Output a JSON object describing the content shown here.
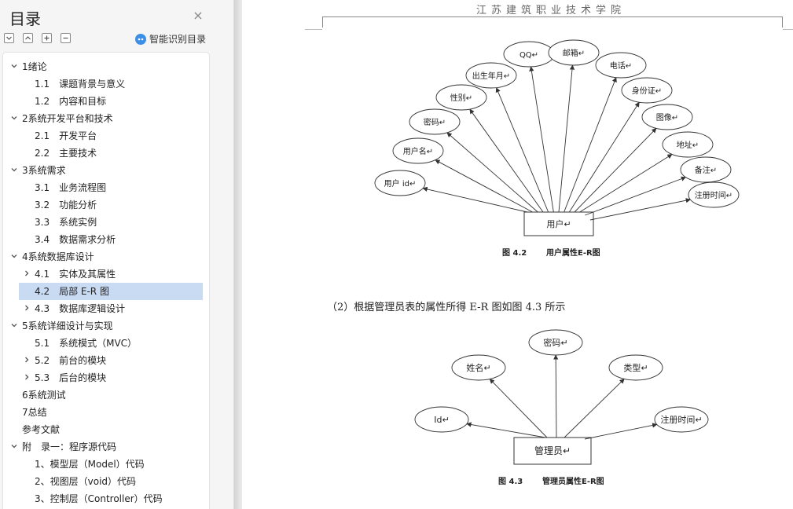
{
  "toc": {
    "title": "目录",
    "close_glyph": "×",
    "smart_label": "智能识别目录",
    "items": [
      {
        "label": "1绪论",
        "level": 0,
        "chevron": "down"
      },
      {
        "label": "1.1　课题背景与意义",
        "level": 1,
        "chevron": "none"
      },
      {
        "label": "1.2　内容和目标",
        "level": 1,
        "chevron": "none"
      },
      {
        "label": "2系统开发平台和技术",
        "level": 0,
        "chevron": "down"
      },
      {
        "label": "2.1　开发平台",
        "level": 1,
        "chevron": "none"
      },
      {
        "label": "2.2　主要技术",
        "level": 1,
        "chevron": "none"
      },
      {
        "label": "3系统需求",
        "level": 0,
        "chevron": "down"
      },
      {
        "label": "3.1　业务流程图",
        "level": 1,
        "chevron": "none"
      },
      {
        "label": "3.2　功能分析",
        "level": 1,
        "chevron": "none"
      },
      {
        "label": "3.3　系统实例",
        "level": 1,
        "chevron": "none"
      },
      {
        "label": "3.4　数据需求分析",
        "level": 1,
        "chevron": "none"
      },
      {
        "label": "4系统数据库设计",
        "level": 0,
        "chevron": "down"
      },
      {
        "label": "4.1　实体及其属性",
        "level": 1,
        "chevron": "right"
      },
      {
        "label": "4.2　局部 E-R 图",
        "level": 1,
        "chevron": "none",
        "active": true
      },
      {
        "label": "4.3　数据库逻辑设计",
        "level": 1,
        "chevron": "right"
      },
      {
        "label": "5系统详细设计与实现",
        "level": 0,
        "chevron": "down"
      },
      {
        "label": "5.1　系统模式（MVC）",
        "level": 1,
        "chevron": "none"
      },
      {
        "label": "5.2　前台的模块",
        "level": 1,
        "chevron": "right"
      },
      {
        "label": "5.3　后台的模块",
        "level": 1,
        "chevron": "right"
      },
      {
        "label": "6系统测试",
        "level": 0,
        "chevron": "none"
      },
      {
        "label": "7总结",
        "level": 0,
        "chevron": "none"
      },
      {
        "label": "参考文献",
        "level": 0,
        "chevron": "none"
      },
      {
        "label": "附　录一：程序源代码",
        "level": 0,
        "chevron": "down"
      },
      {
        "label": "1、模型层（Model）代码",
        "level": 1,
        "chevron": "none"
      },
      {
        "label": "2、视图层（void）代码",
        "level": 1,
        "chevron": "none"
      },
      {
        "label": "3、控制层（Controller）代码",
        "level": 1,
        "chevron": "none"
      }
    ]
  },
  "doc": {
    "header": "江苏建筑职业技术学院",
    "fig1": {
      "entity": "用户",
      "caption_num": "图 4.2",
      "caption_text": "用户属性E-R图",
      "attributes": [
        "用户 id",
        "用户名",
        "密码",
        "性别",
        "出生年月",
        "QQ",
        "邮箱",
        "电话",
        "身份证",
        "图像",
        "地址",
        "备注",
        "注册时间"
      ]
    },
    "paragraph": "（2）根据管理员表的属性所得 E-R 图如图 4.3 所示",
    "fig2": {
      "entity": "管理员",
      "caption_num": "图 4.3",
      "caption_text": "管理员属性E-R图",
      "attributes": [
        "Id",
        "姓名",
        "密码",
        "类型",
        "注册时间"
      ]
    },
    "para_mark": "↵"
  }
}
